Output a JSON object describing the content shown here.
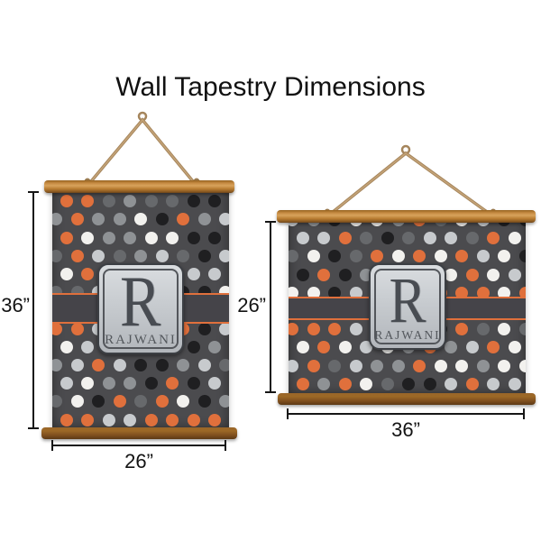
{
  "title": "Wall Tapestry Dimensions",
  "monogram": {
    "initial": "R",
    "name": "RAJWANI"
  },
  "tapestries": [
    {
      "orientation": "portrait",
      "height_label": "36”",
      "width_label": "26”"
    },
    {
      "orientation": "landscape",
      "height_label": "26”",
      "width_label": "36”"
    }
  ],
  "pattern": {
    "background": "#4b4b4e",
    "band_color": "#454449",
    "stripe_color": "#e0703c",
    "dot_colors": [
      "#f2f1ee",
      "#c7cacd",
      "#8f9295",
      "#67696c",
      "#1f1f21",
      "#e0703c"
    ],
    "dot_weights": [
      0.17,
      0.17,
      0.15,
      0.12,
      0.17,
      0.22
    ]
  },
  "label_colors": {
    "background": "#c9cdd1",
    "border": "#3c3f44",
    "text": "#484c52"
  },
  "hardware_colors": {
    "top_rail": "#b57c31",
    "bottom_rail": "#7c4d1d",
    "rope": "#b3916a"
  }
}
